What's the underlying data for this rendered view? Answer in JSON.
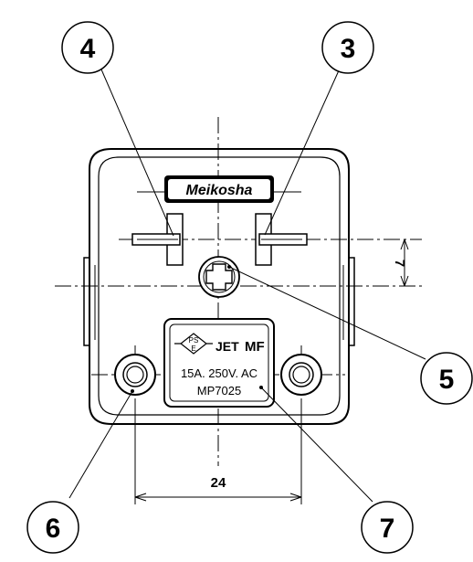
{
  "callouts": {
    "c3": "3",
    "c4": "4",
    "c5": "5",
    "c6": "6",
    "c7": "7"
  },
  "dimensions": {
    "vertical": "7",
    "horizontal": "24"
  },
  "logo": {
    "brand": "Meikosha"
  },
  "label_plate": {
    "pse_top": "PS",
    "pse_bottom": "E",
    "jet": "JET",
    "mf": "MF",
    "rating": "15A. 250V. AC",
    "model": "MP7025"
  }
}
